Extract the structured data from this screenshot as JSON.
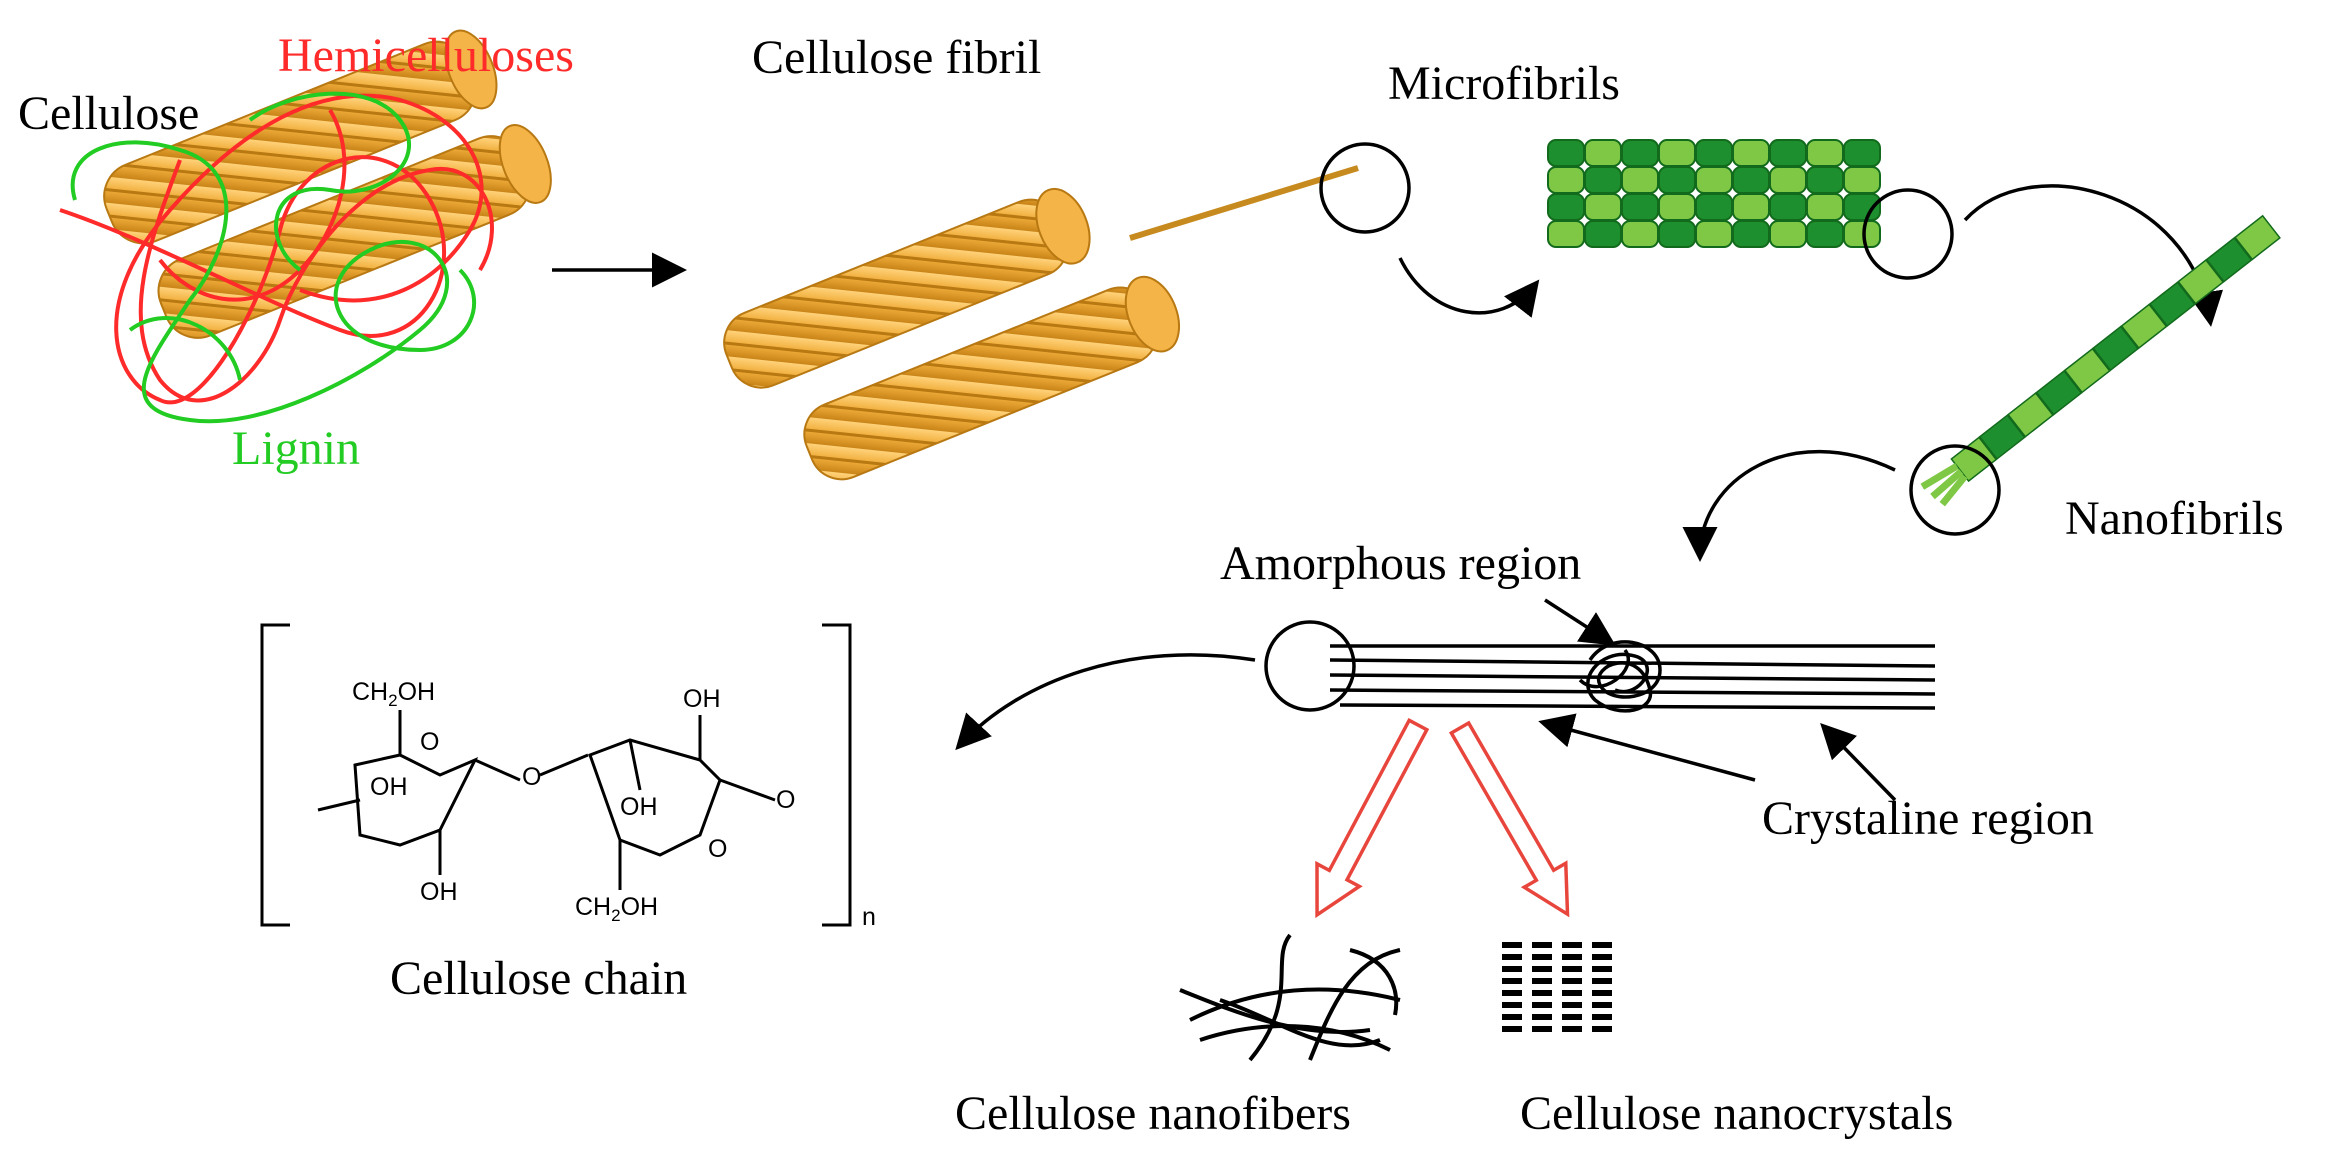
{
  "labels": {
    "cellulose": "Cellulose",
    "hemicelluloses": "Hemicelluloses",
    "lignin": "Lignin",
    "cellulose_fibril": "Cellulose fibril",
    "microfibrils": "Microfibrils",
    "nanofibrils": "Nanofibrils",
    "amorphous_region": "Amorphous region",
    "crystaline_region": "Crystaline region",
    "cellulose_chain": "Cellulose chain",
    "cellulose_nanofibers": "Cellulose nanofibers",
    "cellulose_nanocrystals": "Cellulose nanocrystals"
  },
  "chem": {
    "ch2oh": "CH2OH",
    "oh": "OH",
    "o": "O",
    "n": "n"
  },
  "colors": {
    "hemicelluloses": "#ff2a2a",
    "lignin": "#22cc22",
    "fibril": "#e8a531",
    "microfibril_dark": "#1e8f2e",
    "microfibril_light": "#7ec845",
    "product_arrow": "#e8463c"
  }
}
